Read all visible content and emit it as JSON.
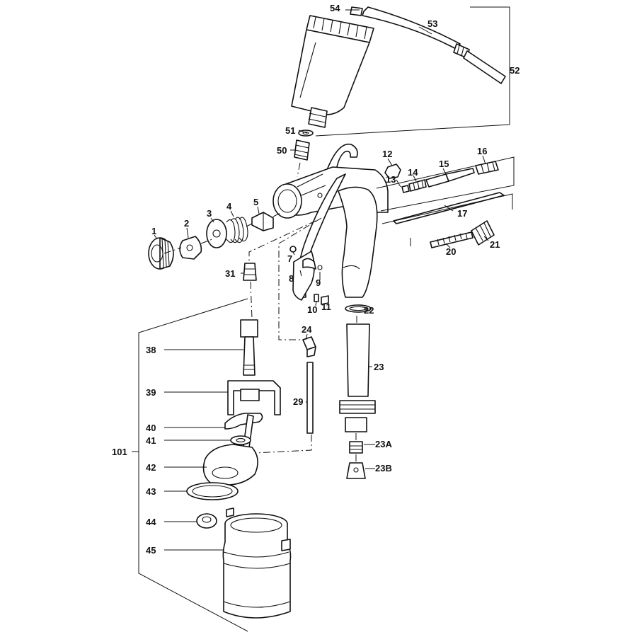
{
  "diagram": {
    "labels": {
      "p1": "1",
      "p2": "2",
      "p3": "3",
      "p4": "4",
      "p5": "5",
      "p7": "7",
      "p8": "8",
      "p9": "9",
      "p10": "10",
      "p11": "11",
      "p12": "12",
      "p13": "13",
      "p14": "14",
      "p15": "15",
      "p16": "16",
      "p17": "17",
      "p20": "20",
      "p21": "21",
      "p22": "22",
      "p23": "23",
      "p23a": "23A",
      "p23b": "23B",
      "p24": "24",
      "p29": "29",
      "p31": "31",
      "p38": "38",
      "p39": "39",
      "p40": "40",
      "p41": "41",
      "p42": "42",
      "p43": "43",
      "p44": "44",
      "p45": "45",
      "p50": "50",
      "p51": "51",
      "p52": "52",
      "p53": "53",
      "p54": "54",
      "p101": "101"
    }
  }
}
